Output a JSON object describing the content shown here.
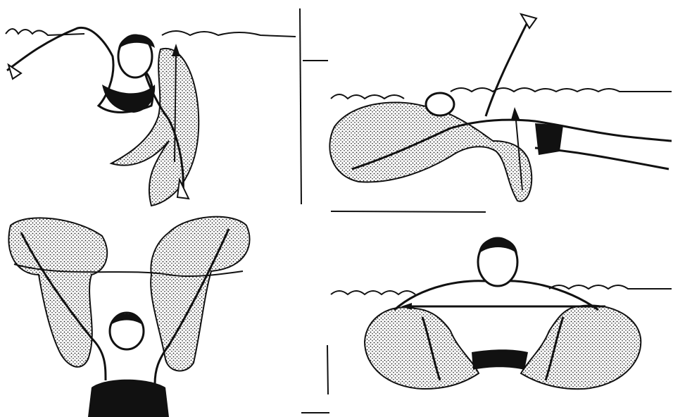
{
  "figure": {
    "panels": [
      {
        "id": "top-left",
        "icon": "freestyle-swimmer-front-view"
      },
      {
        "id": "top-right",
        "icon": "backstroke-swimmer-side-view"
      },
      {
        "id": "bottom-left",
        "icon": "butterfly-swimmer-arms-overhead"
      },
      {
        "id": "bottom-right",
        "icon": "breaststroke-swimmer-front-view"
      }
    ],
    "colors": {
      "ink": "#111111",
      "paper": "#ffffff",
      "stipple": "#6b6b6b"
    }
  }
}
